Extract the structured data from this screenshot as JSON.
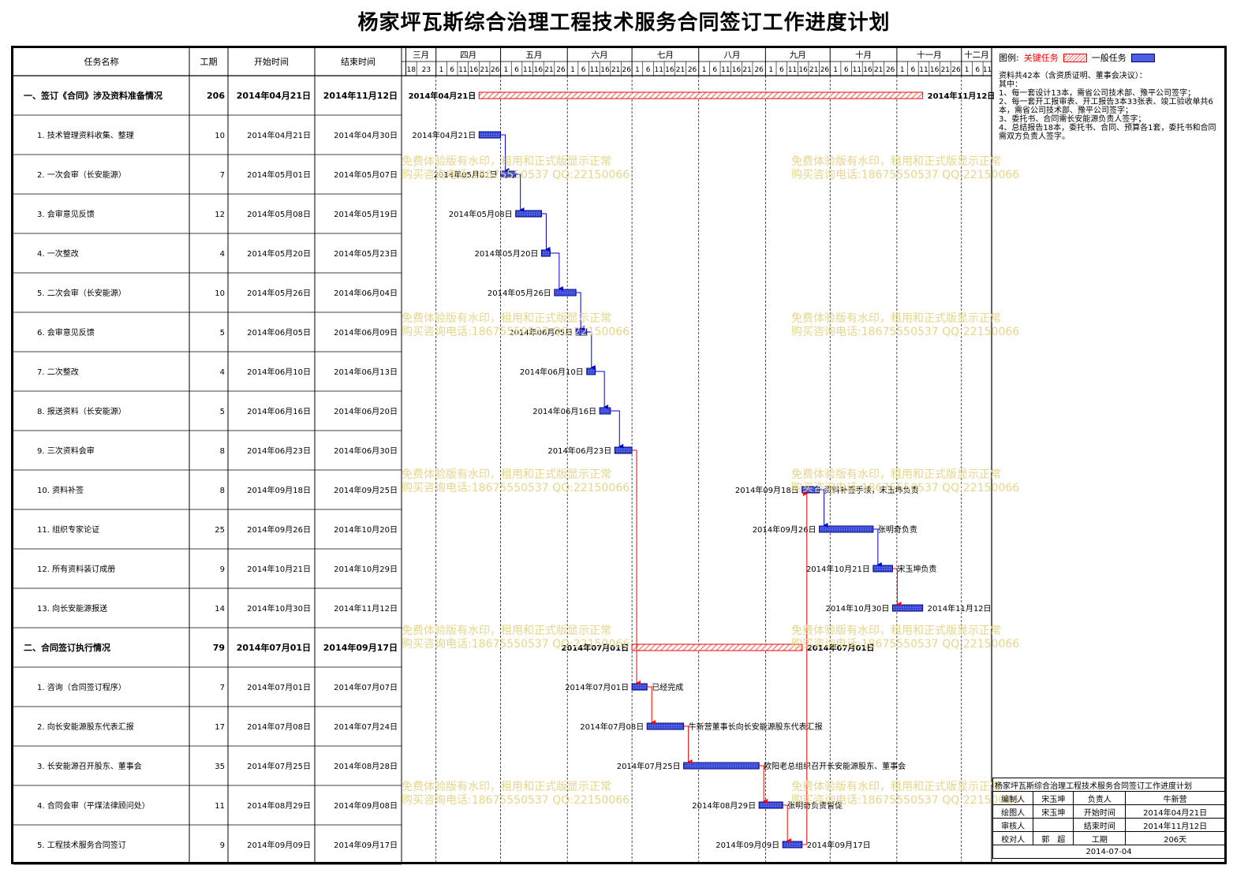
{
  "title": "杨家坪瓦斯综合治理工程技术服务合同签订工作进度计划",
  "table_headers": {
    "name": "任务名称",
    "duration": "工期",
    "start": "开始时间",
    "end": "结束时间"
  },
  "months": [
    {
      "label": "三月",
      "days": [
        "18",
        "23"
      ]
    },
    {
      "label": "四月",
      "days": [
        "1",
        "6",
        "11",
        "16",
        "21",
        "26"
      ]
    },
    {
      "label": "五月",
      "days": [
        "1",
        "6",
        "11",
        "16",
        "21",
        "26"
      ]
    },
    {
      "label": "六月",
      "days": [
        "1",
        "6",
        "11",
        "16",
        "21",
        "26"
      ]
    },
    {
      "label": "七月",
      "days": [
        "1",
        "6",
        "11",
        "16",
        "21",
        "26"
      ]
    },
    {
      "label": "八月",
      "days": [
        "1",
        "6",
        "11",
        "16",
        "21",
        "26"
      ]
    },
    {
      "label": "九月",
      "days": [
        "1",
        "6",
        "11",
        "16",
        "21",
        "26"
      ]
    },
    {
      "label": "十月",
      "days": [
        "1",
        "6",
        "11",
        "16",
        "21",
        "26"
      ]
    },
    {
      "label": "十一月",
      "days": [
        "1",
        "6",
        "11",
        "16",
        "21",
        "26"
      ]
    },
    {
      "label": "十二月",
      "days": [
        "1",
        "6",
        "11"
      ]
    }
  ],
  "tasks": [
    {
      "name": "一、签订《合同》涉及资料准备情况",
      "duration": "206",
      "start": "2014年04月21日",
      "end": "2014年11月12日",
      "summary": true,
      "critical": true,
      "s": "2014-04-21",
      "e": "2014-11-12",
      "left_label": "2014年04月21日",
      "right_label": "2014年11月12日"
    },
    {
      "name": "1. 技术管理资料收集、整理",
      "duration": "10",
      "start": "2014年04月21日",
      "end": "2014年04月30日",
      "critical": false,
      "s": "2014-04-21",
      "e": "2014-04-30",
      "left_label": "2014年04月21日",
      "right_label": ""
    },
    {
      "name": "2. 一次会审（长安能源）",
      "duration": "7",
      "start": "2014年05月01日",
      "end": "2014年05月07日",
      "critical": false,
      "s": "2014-05-01",
      "e": "2014-05-07",
      "left_label": "2014年05月01日",
      "right_label": ""
    },
    {
      "name": "3. 会审意见反馈",
      "duration": "12",
      "start": "2014年05月08日",
      "end": "2014年05月19日",
      "critical": false,
      "s": "2014-05-08",
      "e": "2014-05-19",
      "left_label": "2014年05月08日",
      "right_label": ""
    },
    {
      "name": "4. 一次整改",
      "duration": "4",
      "start": "2014年05月20日",
      "end": "2014年05月23日",
      "critical": false,
      "s": "2014-05-20",
      "e": "2014-05-23",
      "left_label": "2014年05月20日",
      "right_label": ""
    },
    {
      "name": "5. 二次会审（长安能源）",
      "duration": "10",
      "start": "2014年05月26日",
      "end": "2014年06月04日",
      "critical": false,
      "s": "2014-05-26",
      "e": "2014-06-04",
      "left_label": "2014年05月26日",
      "right_label": ""
    },
    {
      "name": "6. 会审意见反馈",
      "duration": "5",
      "start": "2014年06月05日",
      "end": "2014年06月09日",
      "critical": false,
      "s": "2014-06-05",
      "e": "2014-06-09",
      "left_label": "2014年06月05日",
      "right_label": ""
    },
    {
      "name": "7. 二次整改",
      "duration": "4",
      "start": "2014年06月10日",
      "end": "2014年06月13日",
      "critical": false,
      "s": "2014-06-10",
      "e": "2014-06-13",
      "left_label": "2014年06月10日",
      "right_label": ""
    },
    {
      "name": "8. 报送资料（长安能源）",
      "duration": "5",
      "start": "2014年06月16日",
      "end": "2014年06月20日",
      "critical": false,
      "s": "2014-06-16",
      "e": "2014-06-20",
      "left_label": "2014年06月16日",
      "right_label": ""
    },
    {
      "name": "9. 三次资料会审",
      "duration": "8",
      "start": "2014年06月23日",
      "end": "2014年06月30日",
      "critical": false,
      "s": "2014-06-23",
      "e": "2014-06-30",
      "left_label": "2014年06月23日",
      "right_label": ""
    },
    {
      "name": "10. 资料补签",
      "duration": "8",
      "start": "2014年09月18日",
      "end": "2014年09月25日",
      "critical": false,
      "s": "2014-09-18",
      "e": "2014-09-25",
      "left_label": "2014年09月18日",
      "right_label": "资料补签手续，宋玉坤负责"
    },
    {
      "name": "11. 组织专家论证",
      "duration": "25",
      "start": "2014年09月26日",
      "end": "2014年10月20日",
      "critical": false,
      "s": "2014-09-26",
      "e": "2014-10-20",
      "left_label": "2014年09月26日",
      "right_label": "张明奇负责"
    },
    {
      "name": "12. 所有资料装订成册",
      "duration": "9",
      "start": "2014年10月21日",
      "end": "2014年10月29日",
      "critical": false,
      "s": "2014-10-21",
      "e": "2014-10-29",
      "left_label": "2014年10月21日",
      "right_label": "宋玉坤负责"
    },
    {
      "name": "13. 向长安能源报送",
      "duration": "14",
      "start": "2014年10月30日",
      "end": "2014年11月12日",
      "critical": false,
      "s": "2014-10-30",
      "e": "2014-11-12",
      "left_label": "2014年10月30日",
      "right_label": "2014年11月12日"
    },
    {
      "name": "二、合同签订执行情况",
      "duration": "79",
      "start": "2014年07月01日",
      "end": "2014年09月17日",
      "summary": true,
      "critical": true,
      "s": "2014-07-01",
      "e": "2014-09-17",
      "left_label": "2014年07月01日",
      "right_label": "2014年07月01日"
    },
    {
      "name": "1. 咨询（合同签订程序）",
      "duration": "7",
      "start": "2014年07月01日",
      "end": "2014年07月07日",
      "critical": false,
      "s": "2014-07-01",
      "e": "2014-07-07",
      "left_label": "2014年07月01日",
      "right_label": "已经完成"
    },
    {
      "name": "2. 向长安能源股东代表汇报",
      "duration": "17",
      "start": "2014年07月08日",
      "end": "2014年07月24日",
      "critical": false,
      "s": "2014-07-08",
      "e": "2014-07-24",
      "left_label": "2014年07月08日",
      "right_label": "牛新营董事长向长安能源股东代表汇报"
    },
    {
      "name": "3. 长安能源召开股东、董事会",
      "duration": "35",
      "start": "2014年07月25日",
      "end": "2014年08月28日",
      "critical": false,
      "s": "2014-07-25",
      "e": "2014-08-28",
      "left_label": "2014年07月25日",
      "right_label": "欧阳老总组织召开长安能源股东、董事会"
    },
    {
      "name": "4. 合同会审（平煤法律顾问处）",
      "duration": "11",
      "start": "2014年08月29日",
      "end": "2014年09月08日",
      "critical": false,
      "s": "2014-08-29",
      "e": "2014-09-08",
      "left_label": "2014年08月29日",
      "right_label": "张明奇负责督促"
    },
    {
      "name": "5. 工程技术服务合同签订",
      "duration": "9",
      "start": "2014年09月09日",
      "end": "2014年09月17日",
      "critical": false,
      "s": "2014-09-09",
      "e": "2014-09-17",
      "left_label": "2014年09月09日",
      "right_label": "2014年09月17日"
    }
  ],
  "chart_data": {
    "type": "gantt",
    "x_axis": {
      "min": "2014-03-16",
      "max": "2014-12-15"
    },
    "critical_color": "#ff0000",
    "normal_color": "#4f5fe0",
    "normal_edge": "#000080",
    "blue_links": [
      [
        1,
        2
      ],
      [
        2,
        3
      ],
      [
        3,
        4
      ],
      [
        4,
        5
      ],
      [
        5,
        6
      ],
      [
        6,
        7
      ],
      [
        7,
        8
      ],
      [
        8,
        9
      ],
      [
        10,
        11
      ],
      [
        11,
        12
      ]
    ],
    "red_links": [
      [
        9,
        15
      ],
      [
        15,
        16
      ],
      [
        16,
        17
      ],
      [
        17,
        18
      ],
      [
        18,
        19
      ],
      [
        19,
        10
      ],
      [
        12,
        13
      ]
    ]
  },
  "legend": {
    "label": "图例:",
    "critical": "关键任务",
    "normal": "一般任务",
    "notes": [
      "资料共42本（含资质证明、董事会决议）：",
      "其中：",
      "1、每一套设计13本，需省公司技术部、豫平公司签字；",
      "2、每一套开工报审表、开工报告3本33张表、竣工验收单共6本，需省公司技术部、豫平公司签字；",
      "3、委托书、合同需长安能源负责人签字；",
      "4、总结报告18本，委托书、合同、预算各1套，委托书和合同需双方负责人签字。"
    ]
  },
  "watermark": {
    "line1": "免费体验版有水印，租用和正式版显示正常",
    "line2": "购买咨询电话:18675550537 QQ:22150066"
  },
  "info_block": {
    "title": "杨家坪瓦斯综合治理工程技术服务合同签订工作进度计划",
    "rows": [
      [
        "编制人",
        "宋玉坤",
        "负责人",
        "牛新营"
      ],
      [
        "绘图人",
        "宋玉坤",
        "开始时间",
        "2014年04月21日"
      ],
      [
        "审核人",
        "",
        "结束时间",
        "2014年11月12日"
      ],
      [
        "校对人",
        "郭　超",
        "工期",
        "206天"
      ]
    ],
    "date": "2014-07-04"
  }
}
